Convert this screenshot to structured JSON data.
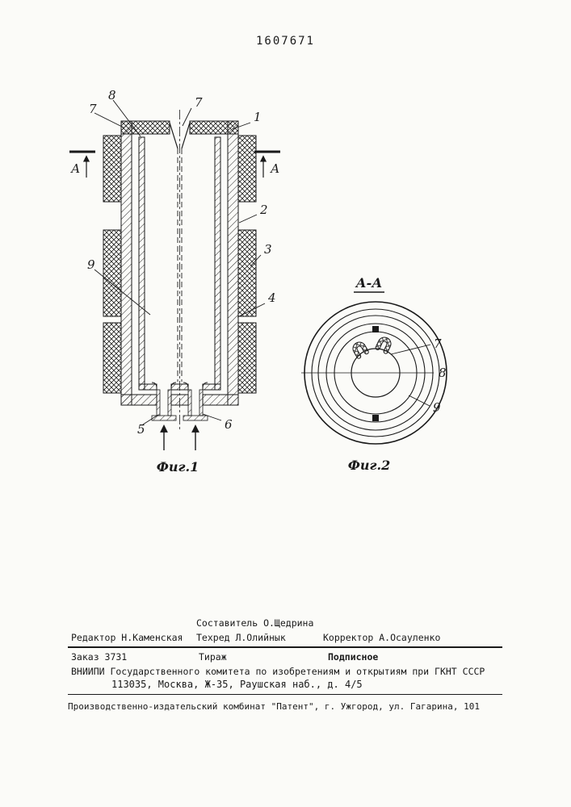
{
  "doc": {
    "patent_number": "1607671"
  },
  "fig1": {
    "caption": "Фиг.1",
    "section_a_left": "А",
    "section_a_right": "А",
    "labels": {
      "n7a": "7",
      "n8": "8",
      "n7b": "7",
      "n1": "1",
      "n2": "2",
      "n3": "3",
      "n4": "4",
      "n9": "9",
      "n5": "5",
      "n6": "6"
    }
  },
  "fig2": {
    "caption": "Фиг.2",
    "section_title": "А-А",
    "labels": {
      "n7": "7",
      "n8": "8",
      "n9": "9"
    }
  },
  "credits": {
    "compiler": "Составитель О.Щедрина",
    "editor": "Редактор Н.Каменская",
    "tech_editor": "Техред Л.Олийнык",
    "corrector": "Корректор А.Осауленко",
    "order": "Заказ 3731",
    "print_run": "Тираж",
    "subscription": "Подписное",
    "committee_line1": "ВНИИПИ Государственного комитета по изобретениям и открытиям при ГКНТ СССР",
    "committee_line2": "113035, Москва, Ж-35, Раушская наб., д. 4/5",
    "publisher": "Производственно-издательский комбинат \"Патент\", г. Ужгород, ул. Гагарина, 101"
  }
}
